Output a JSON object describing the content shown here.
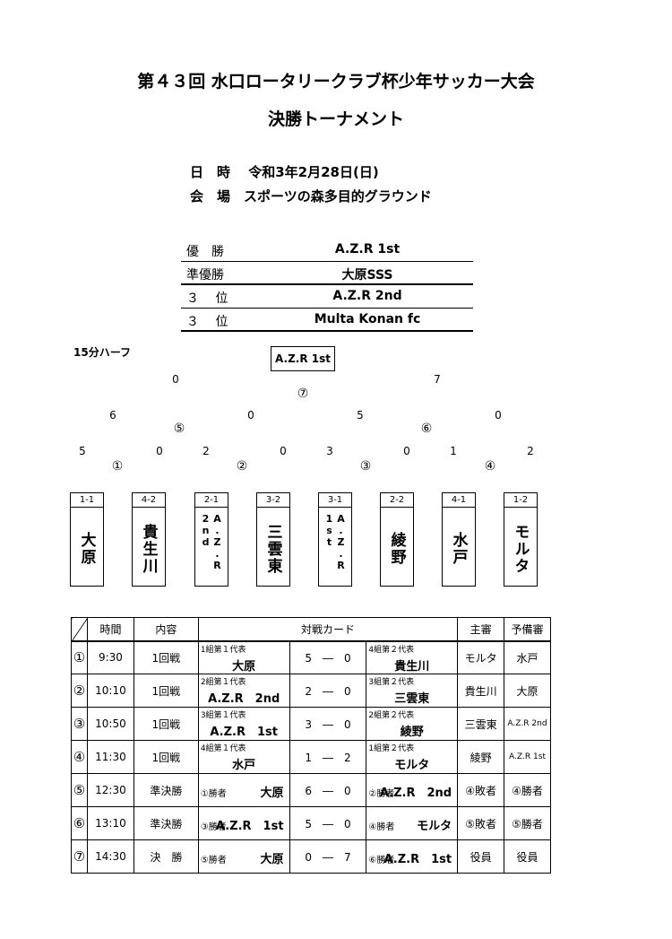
{
  "header": {
    "title": "第４３回 水口ロータリークラブ杯少年サッカー大会",
    "subtitle": "決勝トーナメント",
    "date_line": "日　時　 令和3年2月28日(日)",
    "venue_line": "会　場　スポーツの森多目的グラウンド"
  },
  "results": [
    {
      "label": "優　勝",
      "value": "A.Z.R 1st"
    },
    {
      "label": "準優勝",
      "value": "大原SSS"
    },
    {
      "label": "３　 位",
      "value": "A.Z.R 2nd"
    },
    {
      "label": "３　 位",
      "value": "Multa Konan fc"
    }
  ],
  "bracket": {
    "half_label": "15分ハーフ",
    "champion": "A.Z.R 1st",
    "teams": [
      {
        "seed": "1-1",
        "name": "大原"
      },
      {
        "seed": "4-2",
        "name": "貴生川"
      },
      {
        "seed": "2-1",
        "name": "A.Z.R 2nd",
        "vertical": "A.Z.R 2nd"
      },
      {
        "seed": "3-2",
        "name": "三雲東"
      },
      {
        "seed": "3-1",
        "name": "A.Z.R 1st",
        "vertical": "A.Z.R 1st"
      },
      {
        "seed": "2-2",
        "name": "綾野"
      },
      {
        "seed": "4-1",
        "name": "水戸"
      },
      {
        "seed": "1-2",
        "name": "モルタ"
      }
    ],
    "matches": [
      {
        "no": "①",
        "left_score": "5",
        "right_score": "0"
      },
      {
        "no": "②",
        "left_score": "2",
        "right_score": "0"
      },
      {
        "no": "③",
        "left_score": "3",
        "right_score": "0"
      },
      {
        "no": "④",
        "left_score": "1",
        "right_score": "2"
      },
      {
        "no": "⑤",
        "left_score": "6",
        "right_score": "0"
      },
      {
        "no": "⑥",
        "left_score": "5",
        "right_score": "0"
      },
      {
        "no": "⑦",
        "left_score": "0",
        "right_score": "7"
      }
    ]
  },
  "schedule": {
    "headers": [
      "時間",
      "内容",
      "対戦カード",
      "主審",
      "予備審"
    ],
    "rows": [
      {
        "no": "①",
        "time": "9:30",
        "type": "1回戦",
        "l_cap": "1組第１代表",
        "l_name": "大原",
        "ls": "5",
        "dash": "―",
        "rs": "0",
        "r_cap": "4組第２代表",
        "r_name": "貴生川",
        "ref": "モルタ",
        "sub": "水戸"
      },
      {
        "no": "②",
        "time": "10:10",
        "type": "1回戦",
        "l_cap": "2組第１代表",
        "l_name": "A.Z.R　2nd",
        "ls": "2",
        "dash": "―",
        "rs": "0",
        "r_cap": "3組第２代表",
        "r_name": "三雲東",
        "ref": "貴生川",
        "sub": "大原"
      },
      {
        "no": "③",
        "time": "10:50",
        "type": "1回戦",
        "l_cap": "3組第１代表",
        "l_name": "A.Z.R　1st",
        "ls": "3",
        "dash": "―",
        "rs": "0",
        "r_cap": "2組第２代表",
        "r_name": "綾野",
        "ref": "三雲東",
        "sub": "A.Z.R 2nd"
      },
      {
        "no": "④",
        "time": "11:30",
        "type": "1回戦",
        "l_cap": "4組第１代表",
        "l_name": "水戸",
        "ls": "1",
        "dash": "―",
        "rs": "2",
        "r_cap": "1組第２代表",
        "r_name": "モルタ",
        "ref": "綾野",
        "sub": "A.Z.R 1st"
      },
      {
        "no": "⑤",
        "time": "12:30",
        "type": "準決勝",
        "l_pre": "①勝者",
        "l_name": "大原",
        "ls": "6",
        "dash": "―",
        "rs": "0",
        "r_pre": "②勝者",
        "r_name": "A.Z.R　2nd",
        "ref": "④敗者",
        "sub": "④勝者"
      },
      {
        "no": "⑥",
        "time": "13:10",
        "type": "準決勝",
        "l_pre": "③勝者",
        "l_name": "A.Z.R　1st",
        "ls": "5",
        "dash": "―",
        "rs": "0",
        "r_pre": "④勝者",
        "r_name": "モルタ",
        "ref": "⑤敗者",
        "sub": "⑤勝者"
      },
      {
        "no": "⑦",
        "time": "14:30",
        "type": "決　勝",
        "l_pre": "⑤勝者",
        "l_name": "大原",
        "ls": "0",
        "dash": "―",
        "rs": "7",
        "r_pre": "⑥勝者",
        "r_name": "A.Z.R　1st",
        "ref": "役員",
        "sub": "役員"
      }
    ]
  },
  "colors": {
    "win_line": "#e00000",
    "line": "#000000"
  }
}
